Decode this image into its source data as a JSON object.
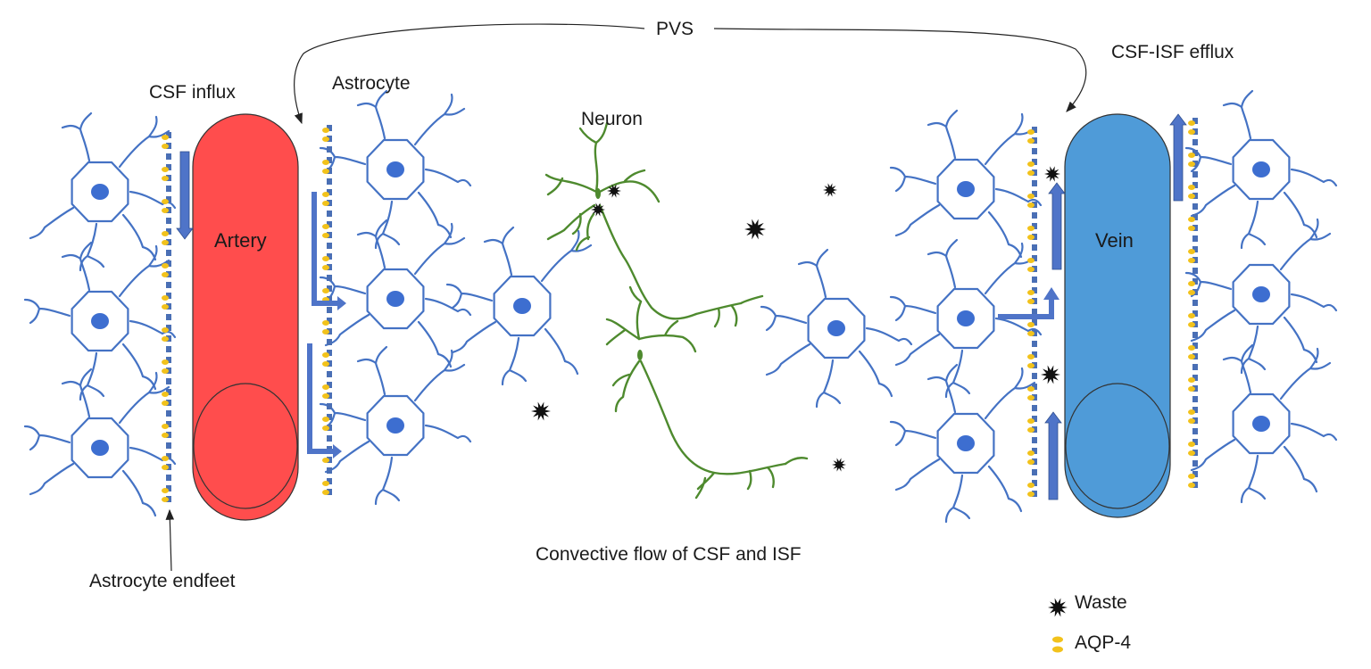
{
  "labels": {
    "pvs": "PVS",
    "csf_influx": "CSF influx",
    "astrocyte": "Astrocyte",
    "neuron": "Neuron",
    "csf_isf_efflux": "CSF-ISF efflux",
    "artery": "Artery",
    "vein": "Vein",
    "astrocyte_endfeet": "Astrocyte endfeet",
    "convective_flow": "Convective flow of CSF and ISF"
  },
  "legend": [
    {
      "icon": "waste-star-icon",
      "label": "Waste"
    },
    {
      "icon": "aqp4-channel-icon",
      "label": "AQP-4"
    }
  ],
  "colors": {
    "artery": "#ff4d4d",
    "vein": "#4f9bd8",
    "astrocyte": "#4472c4",
    "nucleus": "#3d6ed0",
    "neuron": "#4e8a2e",
    "aqp4": "#f2c21b",
    "endfoot_bar": "#4a6fb5",
    "flow_arrow": "#4f74c8",
    "waste": "#111111"
  }
}
